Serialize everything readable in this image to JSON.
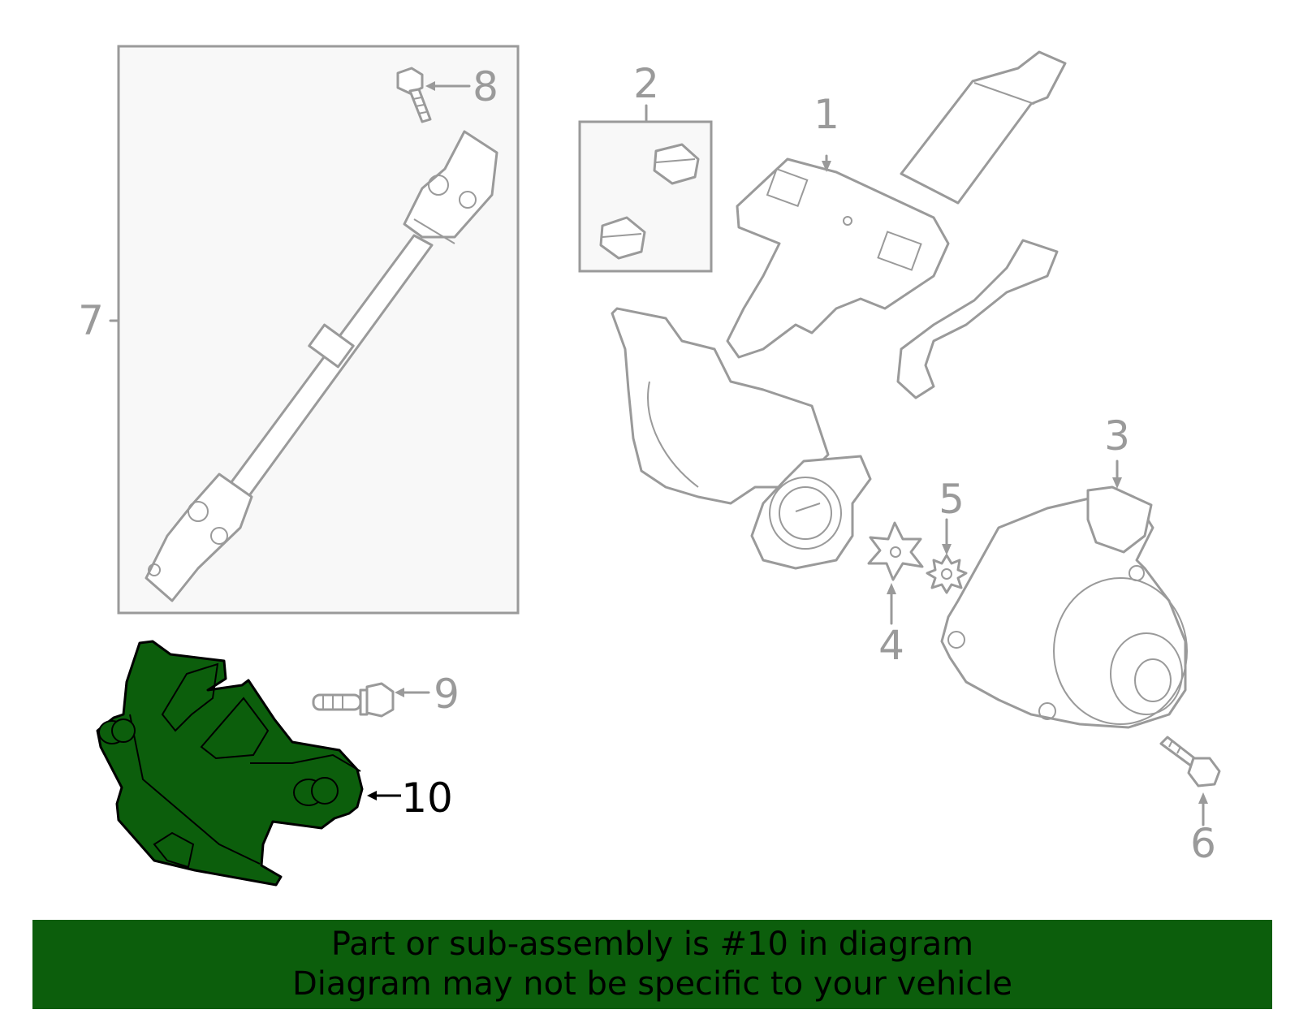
{
  "callouts": {
    "c1": "1",
    "c2": "2",
    "c3": "3",
    "c4": "4",
    "c5": "5",
    "c6": "6",
    "c7": "7",
    "c8": "8",
    "c9": "9",
    "c10": "10"
  },
  "highlighted_part": "10",
  "colors": {
    "highlight_fill": "#0c5e0c",
    "line_art": "#9a9a9a",
    "banner_background": "#0c5e0c",
    "text": "#000000"
  },
  "banner": {
    "line1": "Part or sub-assembly is #10 in diagram",
    "line2": "Diagram may not be specific to your vehicle"
  }
}
